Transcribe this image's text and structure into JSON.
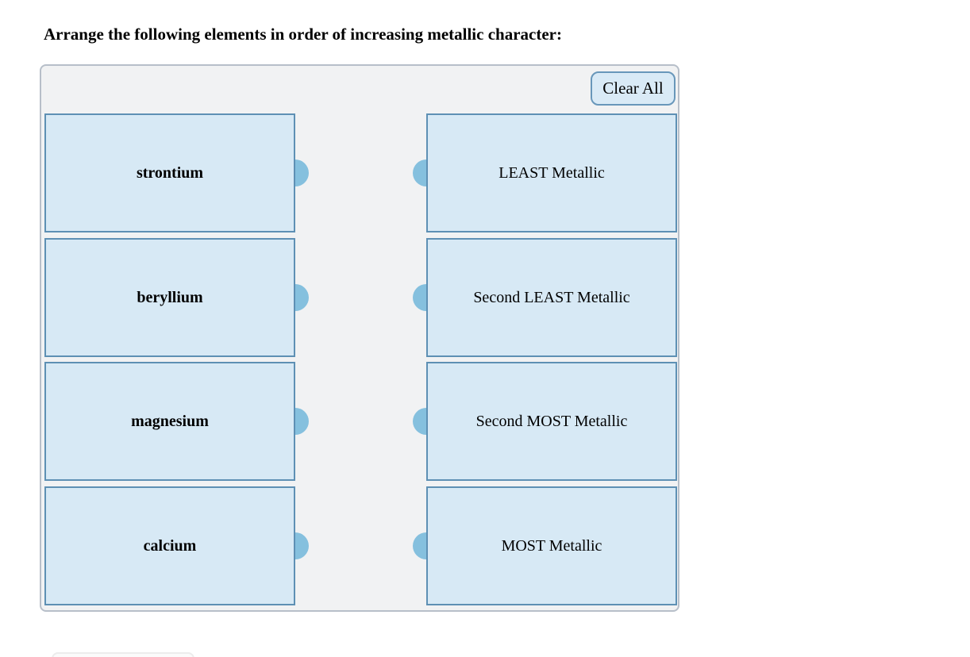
{
  "question": {
    "title": "Arrange the following elements in order of increasing metallic character:"
  },
  "panel": {
    "clear_all_label": "Clear All",
    "left_items": [
      {
        "label": "strontium"
      },
      {
        "label": "beryllium"
      },
      {
        "label": "magnesium"
      },
      {
        "label": "calcium"
      }
    ],
    "right_targets": [
      {
        "label": "LEAST Metallic"
      },
      {
        "label": "Second LEAST Metallic"
      },
      {
        "label": "Second MOST Metallic"
      },
      {
        "label": "MOST Metallic"
      }
    ]
  },
  "colors": {
    "box_fill": "#d7e9f5",
    "box_border": "#5e90b4",
    "connector": "#85c0de",
    "panel_bg": "#f1f2f3",
    "panel_border": "#b7bfc9",
    "button_bg": "#d9eaf6",
    "button_border": "#6897ba",
    "text": "#000000"
  }
}
